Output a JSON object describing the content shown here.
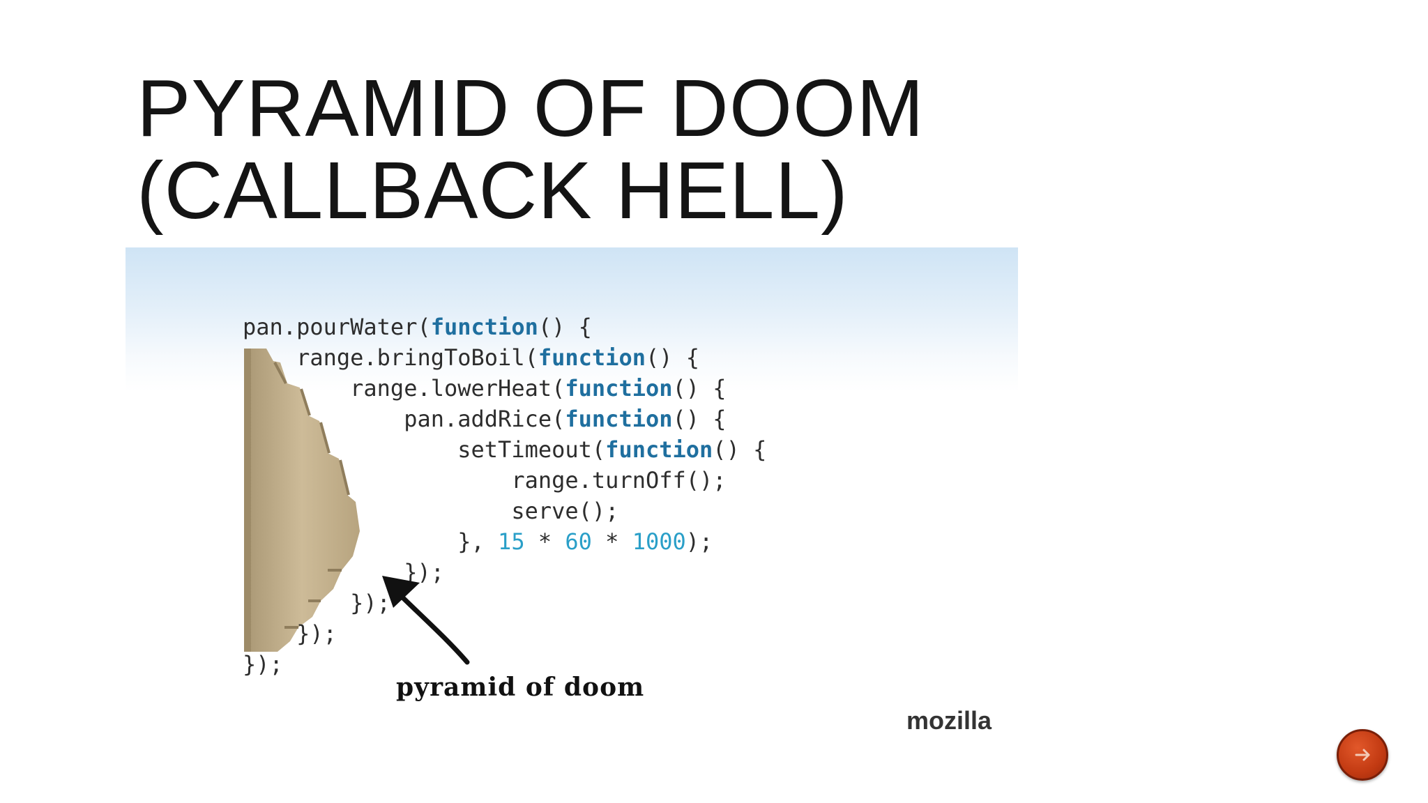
{
  "slide": {
    "title_line1": "PYRAMID OF DOOM",
    "title_line2": "(CALLBACK HELL)"
  },
  "figure": {
    "code_lines": [
      [
        {
          "t": "pan.pourWater("
        },
        {
          "t": "function",
          "c": "kw"
        },
        {
          "t": "() {"
        }
      ],
      [
        {
          "t": "    range.bringToBoil("
        },
        {
          "t": "function",
          "c": "kw"
        },
        {
          "t": "() {"
        }
      ],
      [
        {
          "t": "        range.lowerHeat("
        },
        {
          "t": "function",
          "c": "kw"
        },
        {
          "t": "() {"
        }
      ],
      [
        {
          "t": "            pan.addRice("
        },
        {
          "t": "function",
          "c": "kw"
        },
        {
          "t": "() {"
        }
      ],
      [
        {
          "t": "                setTimeout("
        },
        {
          "t": "function",
          "c": "kw"
        },
        {
          "t": "() {"
        }
      ],
      [
        {
          "t": "                    range.turnOff();"
        }
      ],
      [
        {
          "t": "                    serve();"
        }
      ],
      [
        {
          "t": "                }, "
        },
        {
          "t": "15",
          "c": "num"
        },
        {
          "t": " * "
        },
        {
          "t": "60",
          "c": "num"
        },
        {
          "t": " * "
        },
        {
          "t": "1000",
          "c": "num"
        },
        {
          "t": ");"
        }
      ],
      [
        {
          "t": "            });"
        }
      ],
      [
        {
          "t": "        });"
        }
      ],
      [
        {
          "t": "    });"
        }
      ],
      [
        {
          "t": "});"
        }
      ]
    ],
    "caption": "pyramid of doom",
    "source": "mozilla"
  },
  "colors": {
    "keyword": "#1f6f9f",
    "number": "#2a9fc8",
    "nav_button": "#c23a12"
  },
  "nav": {
    "icon": "arrow-icon"
  }
}
